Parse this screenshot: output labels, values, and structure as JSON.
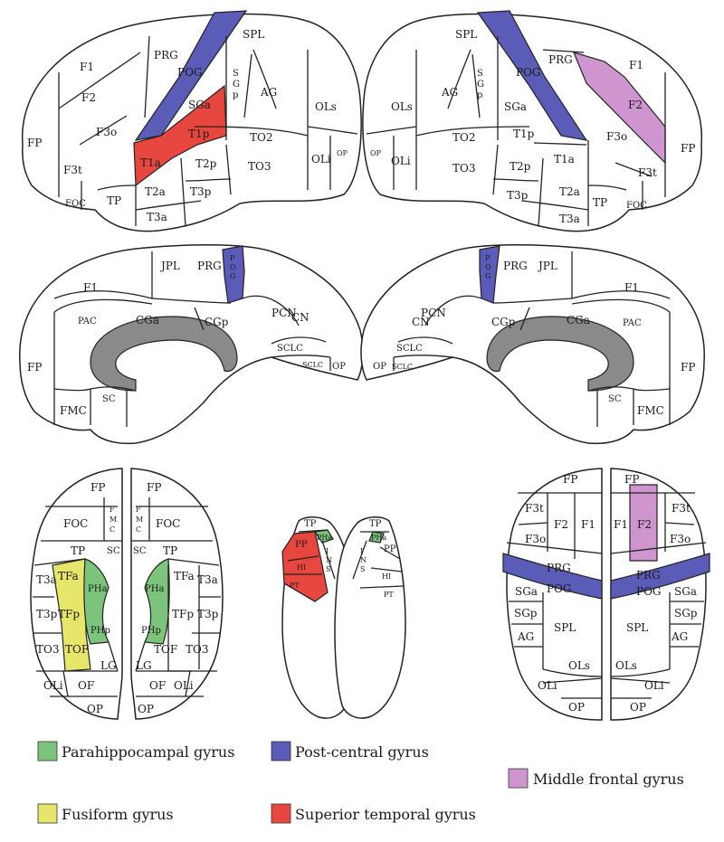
{
  "colors": {
    "parahippocampal": "#7cc47c",
    "postcentral": "#5b5bb8",
    "middle_frontal": "#cf95cf",
    "fusiform": "#e6e66a",
    "superior_temporal": "#e8473f",
    "callosum": "#8a8a8a"
  },
  "legend": {
    "parahippocampal": "Parahippocampal gyrus",
    "postcentral": "Post-central gyrus",
    "middle_frontal": "Middle frontal gyrus",
    "fusiform": "Fusiform gyrus",
    "superior_temporal": "Superior temporal gyrus"
  },
  "lateral_left": {
    "FP": "FP",
    "F1": "F1",
    "F2": "F2",
    "F3o": "F3o",
    "F3t": "F3t",
    "FOC": "FOC",
    "TP": "TP",
    "PRG": "PRG",
    "POG": "POG",
    "SPL": "SPL",
    "SGa": "SGa",
    "SGp_1": "S",
    "SGp_2": "G",
    "SGp_3": "p",
    "AG": "AG",
    "T1a": "T1a",
    "T1p": "T1p",
    "TO2": "TO2",
    "OLs": "OLs",
    "OLi": "OLi",
    "OP": "OP",
    "T2a": "T2a",
    "T2p": "T2p",
    "TO3": "TO3",
    "T3p": "T3p",
    "T3a": "T3a"
  },
  "lateral_right": {
    "SPL": "SPL",
    "POG": "POG",
    "PRG": "PRG",
    "F1": "F1",
    "F2": "F2",
    "AG": "AG",
    "SGp_1": "S",
    "SGp_2": "G",
    "SGp_3": "p",
    "SGa": "SGa",
    "OLs": "OLs",
    "OLi": "OLi",
    "OP": "OP",
    "TO2": "TO2",
    "T1p": "T1p",
    "T1a": "T1a",
    "F3o": "F3o",
    "FP": "FP",
    "F3t": "F3t",
    "TO3": "TO3",
    "T2p": "T2p",
    "T3p": "T3p",
    "T2a": "T2a",
    "TP": "TP",
    "FOC": "FOC",
    "T3a": "T3a"
  },
  "medial_left": {
    "JPL": "JPL",
    "PRG": "PRG",
    "POG_1": "P",
    "POG_2": "O",
    "POG_3": "G",
    "F1": "F1",
    "PCN": "PCN",
    "PAC": "PAC",
    "CGa": "CGa",
    "CGp": "CGp",
    "CN": "CN",
    "FP": "FP",
    "SCLC": "SCLC",
    "SCLC2": "SCLC",
    "OP": "OP",
    "SC": "SC",
    "FMC": "FMC"
  },
  "medial_right": {
    "POG_1": "P",
    "POG_2": "O",
    "POG_3": "G",
    "PRG": "PRG",
    "JPL": "JPL",
    "PCN": "PCN",
    "F1": "F1",
    "CN": "CN",
    "CGp": "CGp",
    "CGa": "CGa",
    "PAC": "PAC",
    "SCLC": "SCLC",
    "SCLC2": "SCLC",
    "OP": "OP",
    "FP": "FP",
    "SC": "SC",
    "FMC": "FMC"
  },
  "ventral": {
    "FP_l": "FP",
    "FP_r": "FP",
    "FOC_l": "FOC",
    "FOC_r": "FOC",
    "FMC_l1": "F",
    "FMC_l2": "M",
    "FMC_l3": "C",
    "FMC_r1": "F",
    "FMC_r2": "M",
    "FMC_r3": "C",
    "SC_l": "SC",
    "SC_r": "SC",
    "TP_l": "TP",
    "TP_r": "TP",
    "T3a_l": "T3a",
    "TFa_l": "TFa",
    "PHa_l": "PHa",
    "PHa_r": "PHa",
    "TFa_r": "TFa",
    "T3a_r": "T3a",
    "T3p_l": "T3p",
    "TFp_l": "TFp",
    "PHp_l": "PHp",
    "PHp_r": "PHp",
    "TFp_r": "TFp",
    "T3p_r": "T3p",
    "TO3_l": "TO3",
    "TOF_l": "TOF",
    "LG_l": "LG",
    "LG_r": "LG",
    "TOF_r": "TOF",
    "TO3_r": "TO3",
    "OLi_l": "OLi",
    "OF_l": "OF",
    "OF_r": "OF",
    "OLi_r": "OLi",
    "OP_l": "OP",
    "OP_r": "OP"
  },
  "insula": {
    "TP_l": "TP",
    "PP_l": "PP",
    "PHa_l": "PHa",
    "HI_l": "HI",
    "PT_l": "PT",
    "INS_l1": "I",
    "INS_l2": "N",
    "INS_l3": "S",
    "TP_r": "TP",
    "PP_r": "PP",
    "PHa_r": "PHa",
    "HI_r": "HI",
    "PT_r": "PT",
    "INS_r1": "I",
    "INS_r2": "N",
    "INS_r3": "S"
  },
  "dorsal": {
    "FP_l": "FP",
    "FP_r": "FP",
    "F3t_l": "F3t",
    "F3t_r": "F3t",
    "F2_l": "F2",
    "F1_l": "F1",
    "F1_r": "F1",
    "F2_r": "F2",
    "F3o_l": "F3o",
    "F3o_r": "F3o",
    "PRG_l": "PRG",
    "PRG_r": "PRG",
    "POG_l": "POG",
    "POG_r": "POG",
    "SGa_l": "SGa",
    "SGa_r": "SGa",
    "SGp_l": "SGp",
    "SGp_r": "SGp",
    "SPL_l": "SPL",
    "SPL_r": "SPL",
    "AG_l": "AG",
    "AG_r": "AG",
    "OLs_l": "OLs",
    "OLs_r": "OLs",
    "OLi_l": "OLi",
    "OLi_r": "OLi",
    "OP_l": "OP",
    "OP_r": "OP"
  }
}
